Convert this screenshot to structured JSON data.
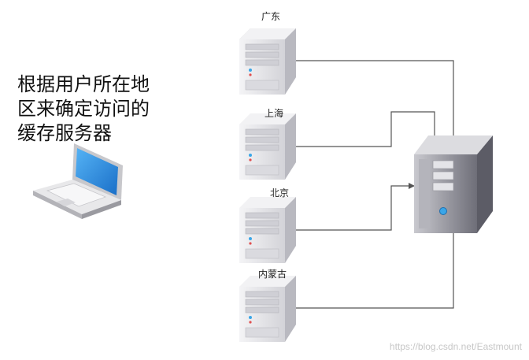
{
  "heading": {
    "lines": [
      "根据用户所在地",
      "区来确定访问的",
      "缓存服务器"
    ]
  },
  "servers": [
    {
      "label": "广东",
      "icon": "cache-server-icon"
    },
    {
      "label": "上海",
      "icon": "cache-server-icon"
    },
    {
      "label": "北京",
      "icon": "cache-server-icon"
    },
    {
      "label": "内蒙古",
      "icon": "cache-server-icon"
    }
  ],
  "main_server": {
    "icon": "main-server-icon"
  },
  "client": {
    "icon": "laptop-icon"
  },
  "colors": {
    "connector": "#555555",
    "server_body": "#e6e6e9",
    "main_server_body": "#8e8e96",
    "laptop_screen": "#2a8be0"
  },
  "watermark": "https://blog.csdn.net/Eastmount"
}
